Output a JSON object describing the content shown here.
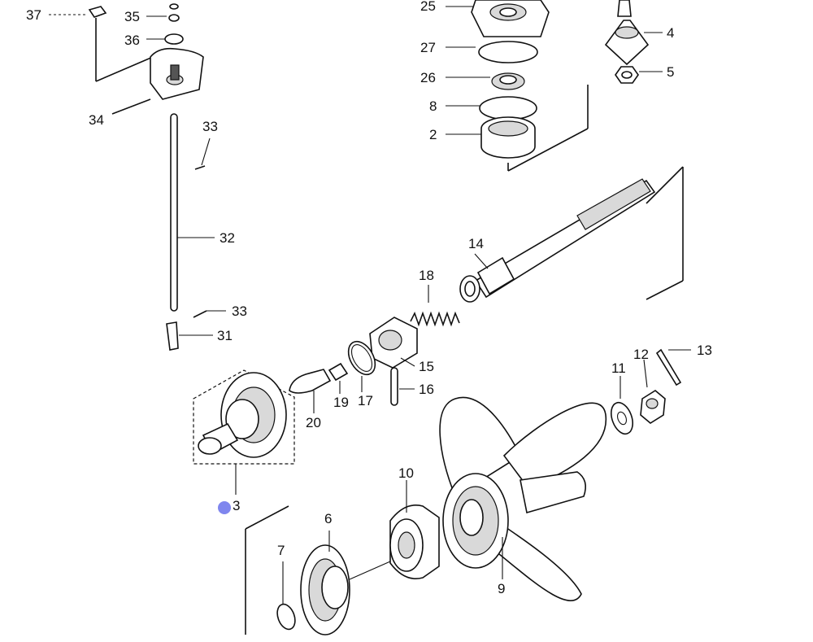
{
  "callouts": {
    "c37": "37",
    "c35": "35",
    "c36": "36",
    "c34": "34",
    "c33a": "33",
    "c32": "32",
    "c33b": "33",
    "c31": "31",
    "c25": "25",
    "c27": "27",
    "c26": "26",
    "c8": "8",
    "c2": "2",
    "c4": "4",
    "c5": "5",
    "c14": "14",
    "c18": "18",
    "c15": "15",
    "c16": "16",
    "c17": "17",
    "c19": "19",
    "c20": "20",
    "c3": "3",
    "c11": "11",
    "c12": "12",
    "c13": "13",
    "c10": "10",
    "c6": "6",
    "c7": "7",
    "c9": "9"
  },
  "marker": {
    "color": "#7f86ee"
  }
}
